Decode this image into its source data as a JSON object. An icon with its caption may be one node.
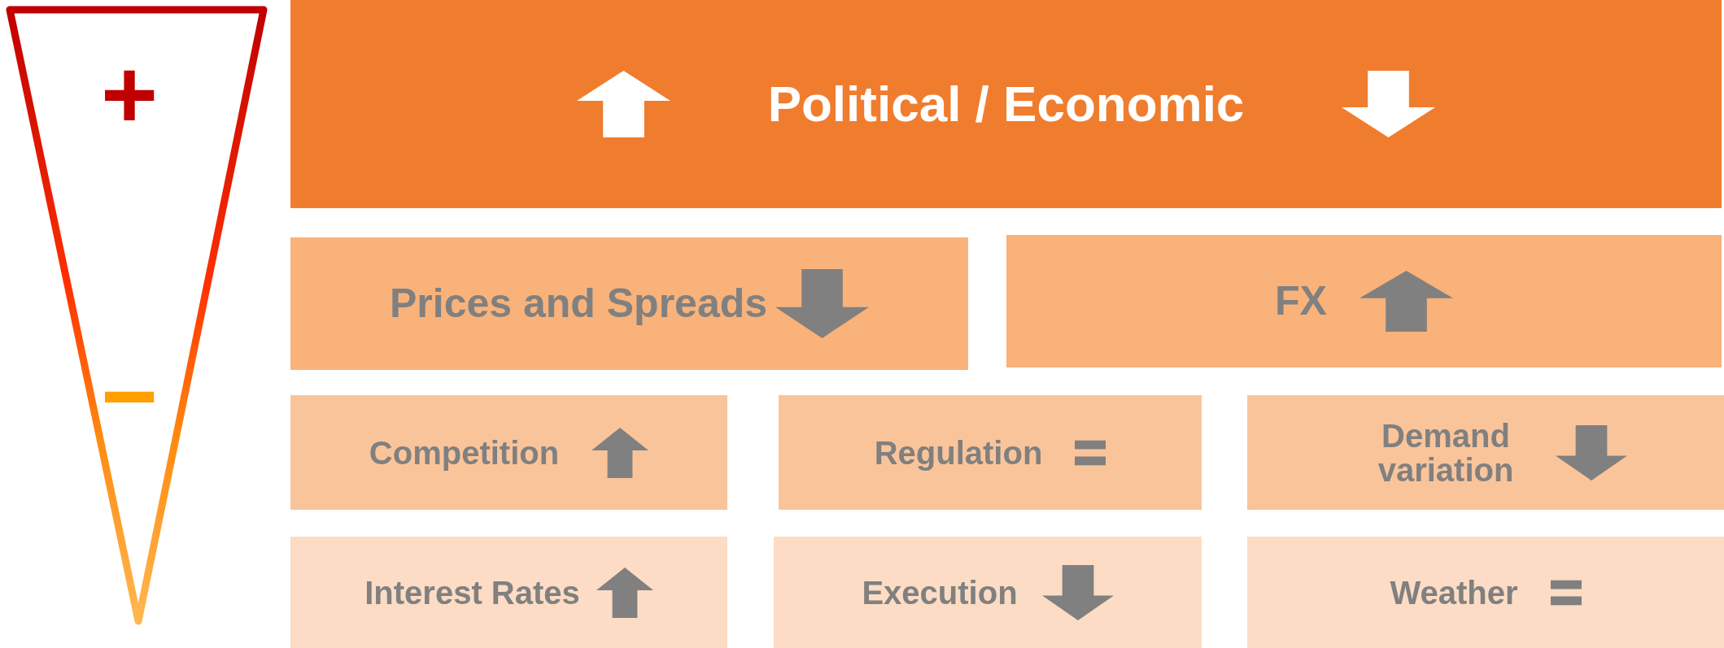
{
  "diagram": {
    "nodes": [
      {
        "text": [
          "+",
          "−"
        ]
      },
      {
        "text": [
          "Political / Economic"
        ]
      },
      {
        "text": [
          "Prices and Spreads"
        ]
      },
      {
        "text": [
          "FX"
        ]
      },
      {
        "text": [
          "Competition"
        ]
      },
      {
        "text": [
          "Regulation"
        ]
      },
      {
        "text": [
          "Demand variation"
        ]
      },
      {
        "text": [
          "Interest Rates"
        ]
      },
      {
        "text": [
          "Execution"
        ]
      },
      {
        "text": [
          "Weather"
        ]
      }
    ]
  }
}
